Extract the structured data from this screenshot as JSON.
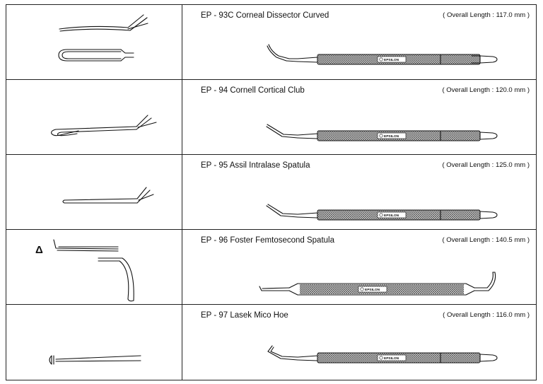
{
  "instruments": [
    {
      "code_name": "EP - 93C  Corneal Dissector Curved",
      "overall_length": "( Overall Length : 117.0 mm )",
      "handle_logo": "EPSILON",
      "tip_icon": "curved-dissector-tip-icon"
    },
    {
      "code_name": "EP - 94  Cornell Cortical Club",
      "overall_length": "( Overall Length : 120.0 mm )",
      "handle_logo": "EPSILON",
      "tip_icon": "loop-club-tip-icon"
    },
    {
      "code_name": "EP - 95  Assil Intralase Spatula",
      "overall_length": "( Overall Length : 125.0 mm )",
      "handle_logo": "EPSILON",
      "tip_icon": "angled-spatula-tip-icon"
    },
    {
      "code_name": "EP - 96  Foster Femtosecond Spatula",
      "overall_length": "( Overall Length : 140.5 mm )",
      "handle_logo": "EPSILON",
      "tip_icon": "double-ended-spatula-tip-icon",
      "tip_symbol": "Δ"
    },
    {
      "code_name": "EP - 97  Lasek Mico Hoe",
      "overall_length": "( Overall Length : 116.0 mm )",
      "handle_logo": "EPSILON",
      "tip_icon": "micro-hoe-tip-icon"
    }
  ]
}
